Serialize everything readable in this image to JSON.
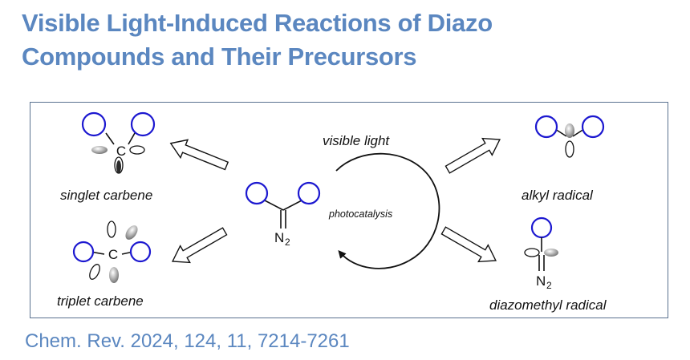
{
  "title": {
    "line1": "Visible Light-Induced Reactions of Diazo",
    "line2": "Compounds and Their Precursors"
  },
  "scheme": {
    "center": {
      "visible_light": "visible light",
      "photocatalysis": "photocatalysis",
      "n2_symbol": "N",
      "n2_subscript": "2"
    },
    "products": {
      "singlet_carbene": "singlet carbene",
      "triplet_carbene": "triplet carbene",
      "alkyl_radical": "alkyl radical",
      "diazomethyl_radical": "diazomethyl radical"
    },
    "atoms": {
      "carbon": "C",
      "carbon_radical": "C",
      "nitrogen": "N",
      "nitrogen_subscript": "2"
    }
  },
  "citation": "Chem. Rev. 2024, 124, 11, 7214-7261",
  "colors": {
    "title": "#5b87c0",
    "frame_border": "#5a7290",
    "substituent_circle": "#1c18d0",
    "orbital_fill": "#9a9a9a"
  }
}
